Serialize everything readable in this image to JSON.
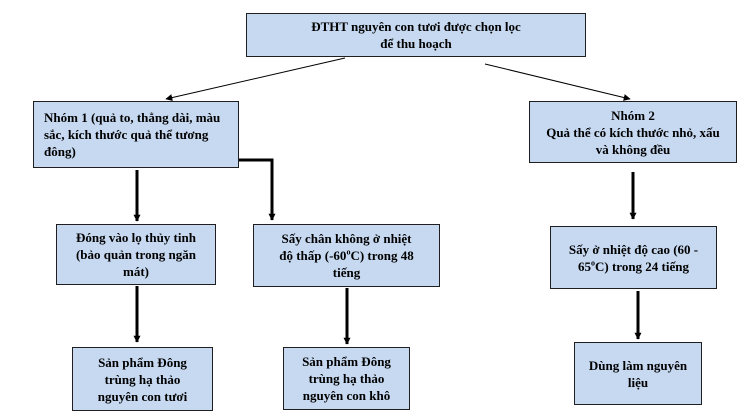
{
  "colors": {
    "box_fill": "#c6d9f1",
    "border": "#1f1f1f",
    "arrow": "#000000"
  },
  "root": {
    "lines": [
      "ĐTHT nguyên con tươi được chọn lọc",
      "để thu hoạch"
    ]
  },
  "group1": {
    "lines": [
      "Nhóm 1 (quả to, thẳng dài, màu",
      "sắc, kích thước quả thể tương",
      "đông)"
    ]
  },
  "group2": {
    "lines": [
      "Nhóm 2",
      "Quả thể có kích thước nhỏ, xấu",
      "và không đều"
    ]
  },
  "step_jar": {
    "lines": [
      "Đóng vào lọ thủy tinh",
      "(bảo quản trong ngăn",
      "mát)"
    ]
  },
  "step_vacuum": {
    "line1": "Sấy chân không ở nhiệt",
    "line2_pre": "độ thấp (-60",
    "line2_sup": "o",
    "line2_post": "C) trong 48",
    "line3": "tiếng"
  },
  "step_hot": {
    "line1": "Sấy ở nhiệt độ cao (60 -",
    "line2_pre": "65",
    "line2_sup": "o",
    "line2_post": "C) trong 24 tiếng"
  },
  "product_fresh": {
    "lines": [
      "Sản phẩm Đông",
      "trùng hạ thảo",
      "nguyên con tươi"
    ]
  },
  "product_dry": {
    "lines": [
      "Sản phẩm Đông",
      "trùng hạ thảo",
      "nguyên con khô"
    ]
  },
  "material": {
    "lines": [
      "Dùng làm nguyên",
      "liệu"
    ]
  }
}
